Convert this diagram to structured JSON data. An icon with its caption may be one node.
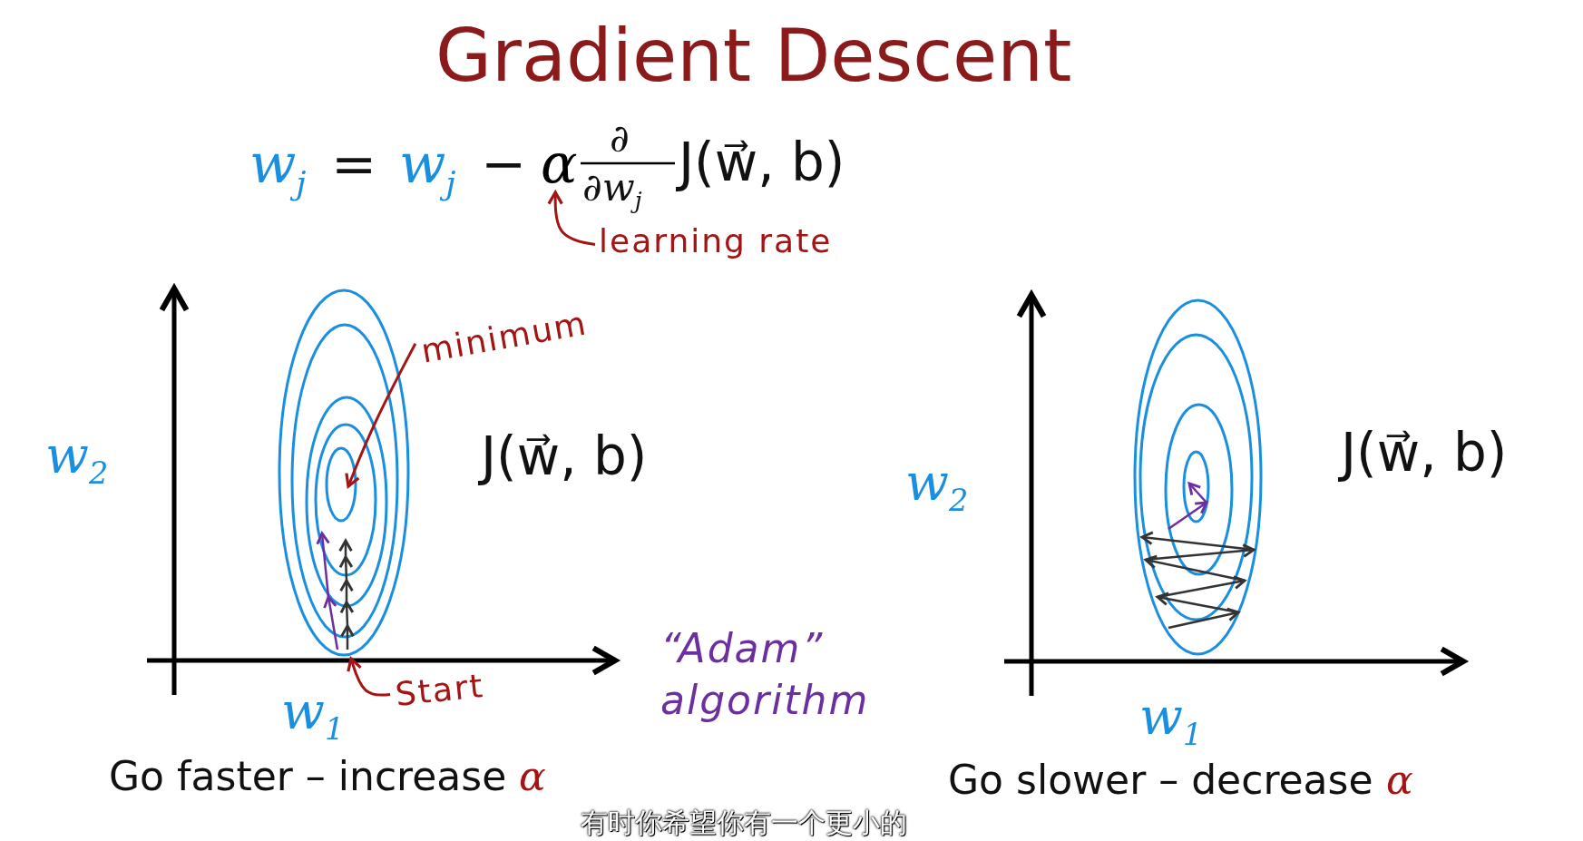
{
  "diagram": {
    "title": "Gradient Descent",
    "nodes": [
      {
        "text": [
          "learning rate"
        ]
      },
      {
        "text": [
          "minimum"
        ]
      },
      {
        "text": [
          "Start"
        ]
      },
      {
        "text": [
          "α"
        ]
      }
    ],
    "edges": [
      {
        "from": 0,
        "to": 3,
        "arrow": "to"
      },
      {
        "from": 1,
        "to": null,
        "arrow": "to"
      },
      {
        "from": 2,
        "to": null,
        "arrow": "to"
      }
    ],
    "labels": [
      "w$_{j}$",
      "=",
      "w$_{j}$",
      "−",
      "∂",
      "∂w$_{j}$",
      "J(w⃗, b)",
      "w$_{2}$",
      "J(w⃗, b)",
      "w$_{1}$",
      "“Adam” algorithm",
      "Go faster – increase",
      "α",
      "w$_{2}$",
      "J(w⃗, b)",
      "w$_{1}$",
      "Go slower – decrease",
      "α",
      "有时你希望你有一个更小的"
    ]
  }
}
